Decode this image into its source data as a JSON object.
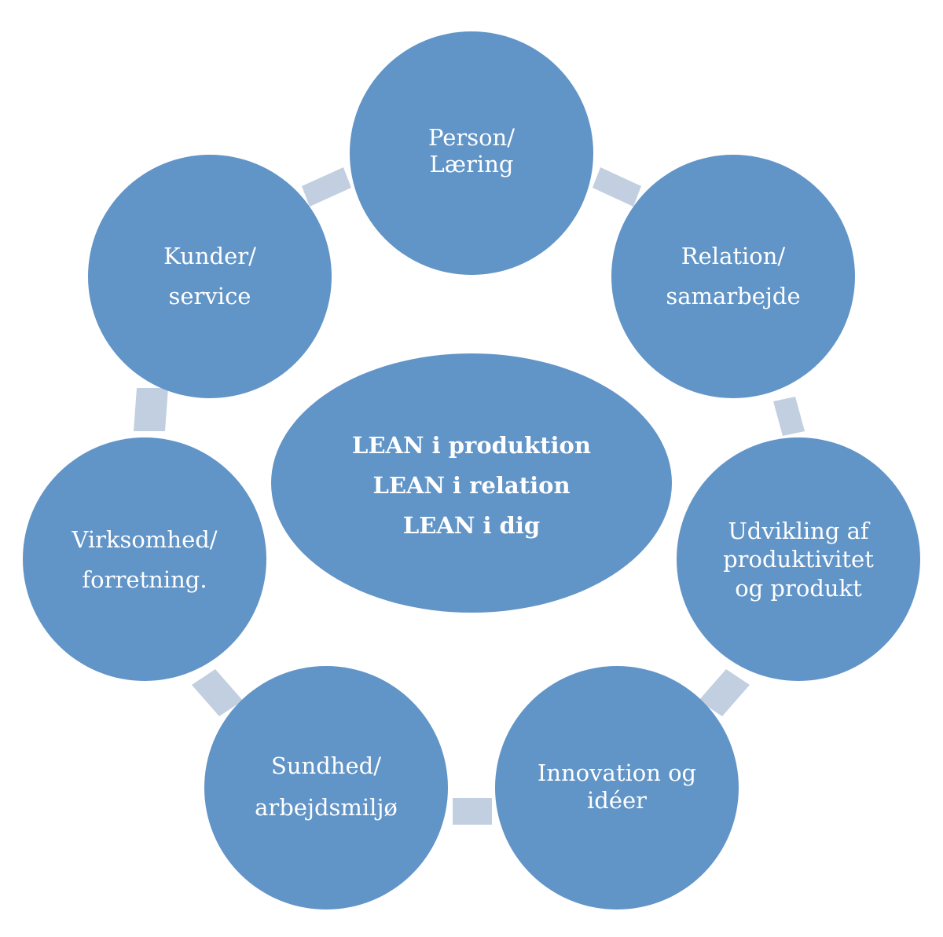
{
  "center": {
    "lines": [
      "LEAN i produktion",
      "LEAN i relation",
      "LEAN i dig"
    ]
  },
  "nodes": [
    {
      "id": "person",
      "lines": [
        "Person/",
        "Læring"
      ]
    },
    {
      "id": "relation",
      "lines": [
        "Relation/",
        "samarbejde"
      ]
    },
    {
      "id": "udvikling",
      "lines": [
        "Udvikling af",
        "produktivitet",
        "og produkt"
      ]
    },
    {
      "id": "innovation",
      "lines": [
        "Innovation og",
        "idéer"
      ]
    },
    {
      "id": "sundhed",
      "lines": [
        "Sundhed/",
        "arbejdsmiljø"
      ]
    },
    {
      "id": "virksomhed",
      "lines": [
        "Virksomhed/",
        "forretning."
      ]
    },
    {
      "id": "kunder",
      "lines": [
        "Kunder/",
        "service"
      ]
    }
  ],
  "colors": {
    "node_fill": "#6194c7",
    "connector_fill": "#c2cfe0",
    "text": "#ffffff"
  }
}
